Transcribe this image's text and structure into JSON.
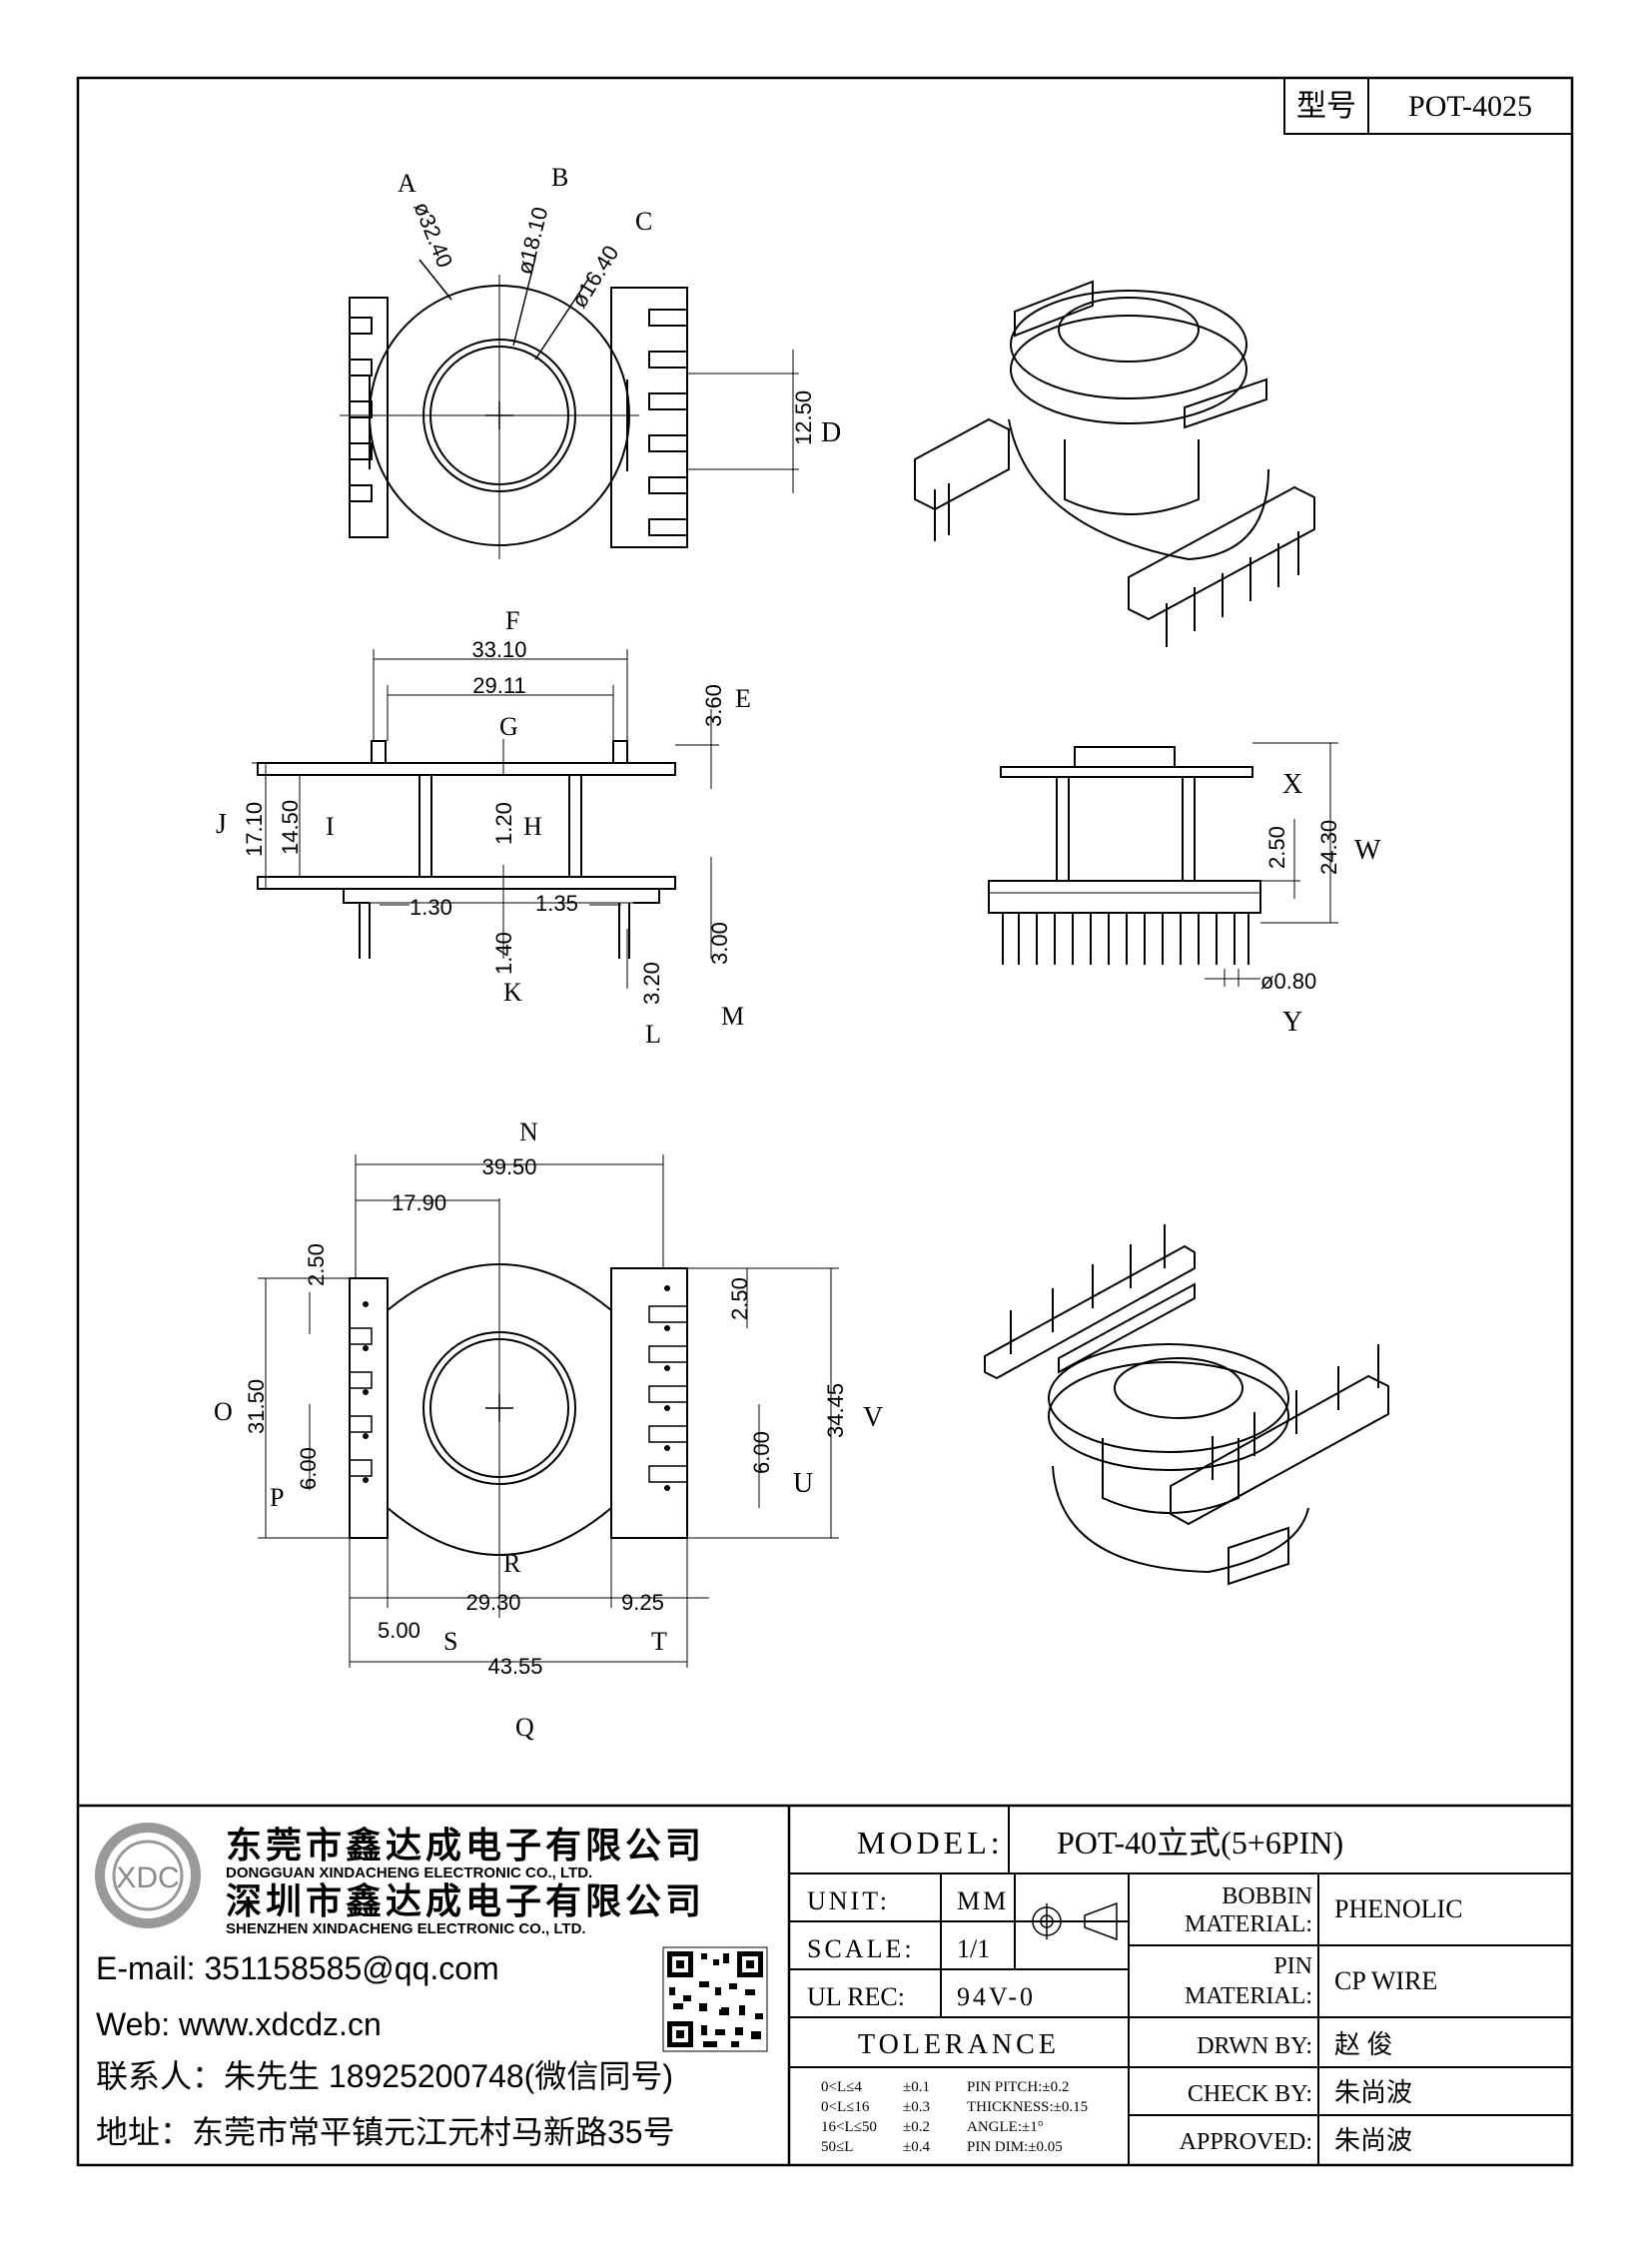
{
  "model_box": {
    "label": "型号",
    "value": "POT-4025"
  },
  "top_view": {
    "letters": {
      "A": "A",
      "B": "B",
      "C": "C",
      "D": "D"
    },
    "dims": {
      "A": "ø32.40",
      "B": "ø18.10",
      "C": "ø16.40",
      "D": "12.50"
    }
  },
  "front_view": {
    "letters": {
      "F": "F",
      "E": "E",
      "G": "G",
      "J": "J",
      "I": "I",
      "H": "H",
      "K": "K",
      "L": "L",
      "M": "M"
    },
    "dims": {
      "F": "33.10",
      "G_width": "29.11",
      "E": "3.60",
      "J": "17.10",
      "I": "14.50",
      "H": "1.20",
      "left_foot": "1.30",
      "right_foot": "1.35",
      "K": "1.40",
      "L": "3.20",
      "M": "3.00"
    }
  },
  "side_view": {
    "letters": {
      "X": "X",
      "W": "W",
      "Y": "Y"
    },
    "dims": {
      "X": "2.50",
      "W": "24.30",
      "Y": "ø0.80"
    }
  },
  "bottom_view": {
    "letters": {
      "N": "N",
      "O": "O",
      "P": "P",
      "R": "R",
      "S": "S",
      "T": "T",
      "Q": "Q",
      "U": "U",
      "V": "V"
    },
    "dims": {
      "N": "39.50",
      "center": "17.90",
      "O_pitch": "2.50",
      "O": "31.50",
      "P": "6.00",
      "U_pitch": "2.50",
      "U": "6.00",
      "V": "34.45",
      "R": "29.30",
      "T": "9.25",
      "S": "5.00",
      "Q": "43.55"
    }
  },
  "company": {
    "name_dg": "东莞市鑫达成电子有限公司",
    "name_dg_en": "DONGGUAN XINDACHENG ELECTRONIC CO., LTD.",
    "name_sz": "深圳市鑫达成电子有限公司",
    "name_sz_en": "SHENZHEN XINDACHENG ELECTRONIC CO., LTD.",
    "logo_text": "XDC",
    "email": "E-mail: 351158585@qq.com",
    "web": "Web: www.xdcdz.cn",
    "contact": "联系人：朱先生 18925200748(微信同号)",
    "address": "地址：东莞市常平镇元江元村马新路35号"
  },
  "title_block": {
    "model_label": "MODEL:",
    "model_value": "POT-40立式(5+6PIN)",
    "unit_label": "UNIT:",
    "unit_value": "MM",
    "scale_label": "SCALE:",
    "scale_value": "1/1",
    "ul_label": "UL REC:",
    "ul_value": "94V-0",
    "tolerance_label": "TOLERANCE",
    "tolerance_rows": [
      [
        "0<L≤4",
        "±0.1",
        "PIN PITCH:±0.2"
      ],
      [
        "0<L≤16",
        "±0.3",
        "THICKNESS:±0.15"
      ],
      [
        "16<L≤50",
        "±0.2",
        "ANGLE:±1°"
      ],
      [
        "50≤L",
        "±0.4",
        "PIN DIM:±0.05"
      ]
    ],
    "bobbin_label_1": "BOBBIN",
    "bobbin_label_2": "MATERIAL:",
    "bobbin_value": "PHENOLIC",
    "pin_label_1": "PIN",
    "pin_label_2": "MATERIAL:",
    "pin_value": "CP WIRE",
    "drawn_label": "DRWN BY:",
    "drawn_value": "赵 俊",
    "check_label": "CHECK BY:",
    "check_value": "朱尚波",
    "approved_label": "APPROVED:",
    "approved_value": "朱尚波"
  }
}
